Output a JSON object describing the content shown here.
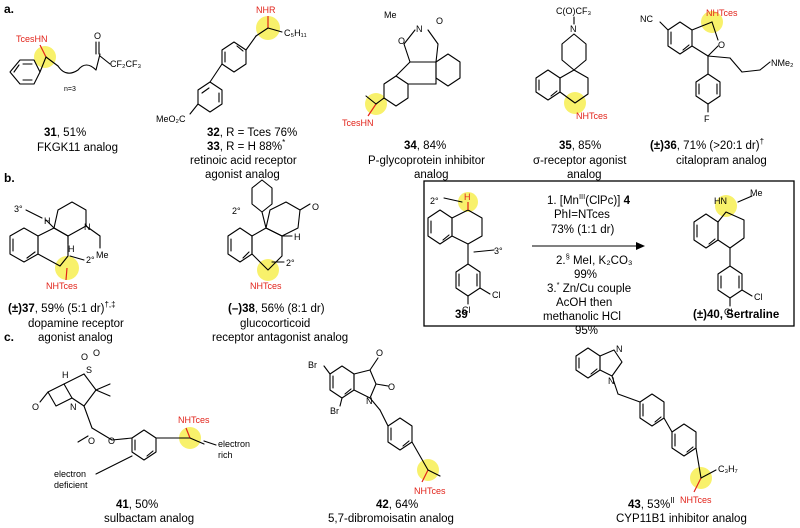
{
  "sections": [
    "a.",
    "b.",
    "c."
  ],
  "colors": {
    "highlight": "#f6ec3a",
    "site_red": "#e2231a"
  },
  "compounds": {
    "c31": {
      "num": "31",
      "yield": ", 51%",
      "desc": "FKGK11 analog",
      "labels": {
        "n": "TcesHN",
        "sub": "n=3",
        "cf": "CF₂CF₃"
      }
    },
    "c32": {
      "num": "32",
      "line1": ", R = Tces  76%",
      "num2": "33",
      "line2": ", R = H  88%",
      "mark2": "*",
      "desc1": "retinoic acid receptor",
      "desc2": "agonist analog",
      "labels": {
        "nhr": "NHR",
        "c5": "C₅H₁₁",
        "ester": "MeO₂C"
      }
    },
    "c34": {
      "num": "34",
      "yield": ", 84%",
      "desc1": "P-glycoprotein inhibitor",
      "desc2": "analog",
      "labels": {
        "me": "Me",
        "n": "N",
        "tces": "TcesHN"
      }
    },
    "c35": {
      "num": "35",
      "yield": ", 85%",
      "desc1": "σ-receptor agonist",
      "desc2": "analog",
      "labels": {
        "acyl": "C(O)CF₃",
        "n": "N",
        "nh": "NHTces"
      }
    },
    "c36": {
      "pre": "(±)",
      "num": "36",
      "yield": ", 71%  (>20:1 dr)",
      "mark": "†",
      "desc": "citalopram analog",
      "labels": {
        "nc": "NC",
        "nh": "NHTces",
        "o": "O",
        "nme2": "NMe₂",
        "f": "F"
      }
    },
    "c37": {
      "pre": "(±)",
      "num": "37",
      "yield": ", 59% (5:1 dr)",
      "mark": "†,‡",
      "desc1": "dopamine receptor",
      "desc2": "agonist analog",
      "labels": {
        "deg3": "3°",
        "h1": "H",
        "h2": "H",
        "n": "N",
        "me": "Me",
        "deg2": "2°",
        "nh": "NHTces"
      }
    },
    "c38": {
      "pre": "(–)",
      "num": "38",
      "yield": ", 56% (8:1 dr)",
      "desc1": "glucocorticoid",
      "desc2": "receptor antagonist analog",
      "labels": {
        "deg2a": "2°",
        "o": "O",
        "h": "H",
        "nh": "NHTces",
        "deg2b": "2°"
      }
    },
    "c39": {
      "num": "39",
      "labels": {
        "deg2": "2°",
        "h": "H",
        "deg3": "3°",
        "cl1": "Cl",
        "cl2": "Cl"
      }
    },
    "c40": {
      "pre": "(±)",
      "num": "40",
      "name": ", Sertraline",
      "labels": {
        "hn": "HN",
        "me": "Me",
        "cl1": "Cl",
        "cl2": "Cl"
      }
    },
    "c41": {
      "num": "41",
      "yield": ", 50%",
      "desc": "sulbactam analog",
      "labels": {
        "o1": "O",
        "o2": "O",
        "s": "S",
        "h": "H",
        "n": "N",
        "o3": "O",
        "o4": "O",
        "o5": "O",
        "nh": "NHTces",
        "rich1": "electron",
        "rich2": "rich",
        "def1": "electron",
        "def2": "deficient"
      }
    },
    "c42": {
      "num": "42",
      "yield": ", 64%",
      "desc": "5,7-dibromoisatin analog",
      "labels": {
        "br1": "Br",
        "br2": "Br",
        "o1": "O",
        "o2": "O",
        "n": "N",
        "nh": "NHTces"
      }
    },
    "c43": {
      "num": "43",
      "yield": ", 53%",
      "mark": "II",
      "desc": "CYP11B1 inhibitor analog",
      "labels": {
        "n1": "N",
        "n2": "N",
        "c3": "C₃H₇",
        "nh": "NHTces"
      }
    }
  },
  "reaction": {
    "step1a": "1. [Mn",
    "step1sup": "III",
    "step1b": "(ClPc)] ",
    "step1num": "4",
    "step1c": "PhI=NTces",
    "step1d": "73% (1:1 dr)",
    "step2a": "2.",
    "step2sup": "§",
    "step2b": " MeI, K₂CO₃",
    "step2c": "99%",
    "step3a": "3.",
    "step3sup": "*",
    "step3b": " Zn/Cu couple",
    "step3c": "AcOH then",
    "step3d": "methanolic HCl",
    "step3e": "95%"
  }
}
